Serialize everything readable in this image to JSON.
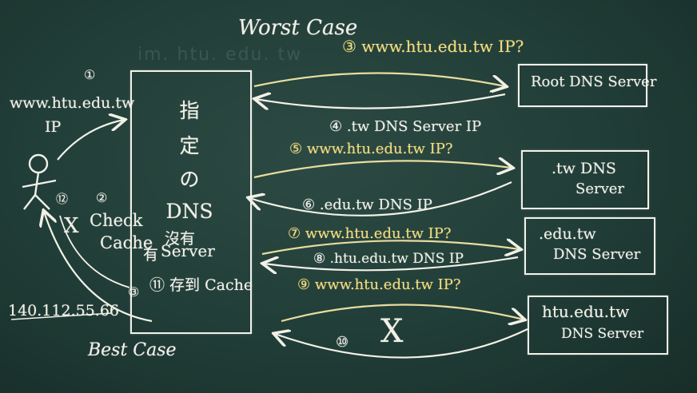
{
  "title": "Worst Case",
  "best_case": "Best Case",
  "ghost_text": "im. htu. edu. tw",
  "client": {
    "query": "www.htu.edu.tw",
    "query2": "IP",
    "ip": "140.112.55.66",
    "person": "人",
    "step1": "①",
    "step12": "⑫",
    "check_mark": "X",
    "step2": "②",
    "check1": "Check",
    "check2": "Cache",
    "no_have": "沒有",
    "step3": "③"
  },
  "local_server": {
    "lines": [
      "指",
      "定",
      "の",
      "DNS",
      "Server"
    ],
    "have": "有",
    "cache_note": "⑪ 存到 Cache"
  },
  "servers": {
    "root": "Root DNS Server",
    "tw1": ".tw DNS",
    "tw2": "Server",
    "edu1": ".edu.tw",
    "edu2": "DNS Server",
    "htu1": "htu.edu.tw",
    "htu2": "DNS Server"
  },
  "steps": {
    "s3": "③ www.htu.edu.tw IP?",
    "s4": "④ .tw DNS Server IP",
    "s5": "⑤ www.htu.edu.tw IP?",
    "s6": "⑥ .edu.tw DNS IP",
    "s7": "⑦ www.htu.edu.tw IP?",
    "s8": "⑧ .htu.edu.tw DNS IP",
    "s9": "⑨ www.htu.edu.tw IP?",
    "s10": "⑩",
    "s10_mark": "X"
  },
  "colors": {
    "board": "#213d37",
    "chalk_white": "#f1f1e8",
    "chalk_yellow": "#f2dc80"
  }
}
